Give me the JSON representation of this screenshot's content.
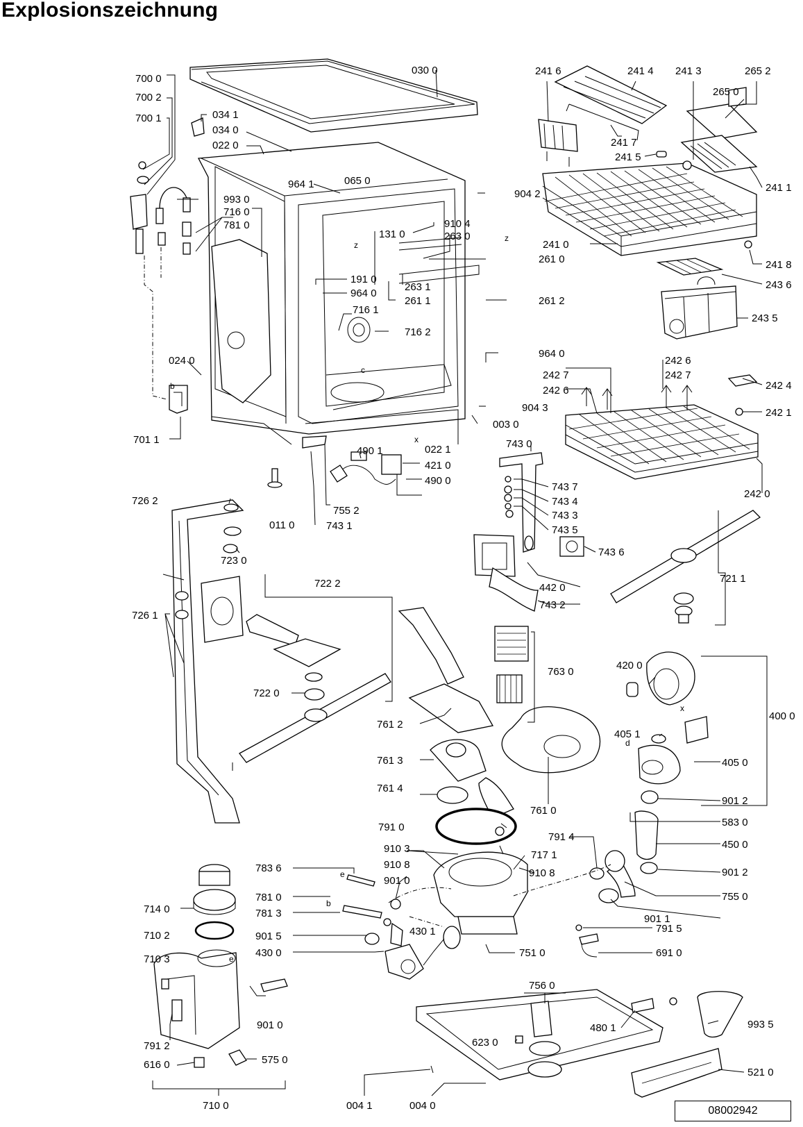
{
  "page": {
    "title": "Explosionszeichnung",
    "document_number": "08002942"
  },
  "labels": {
    "l7000": "700 0",
    "l7002": "700 2",
    "l7001": "700 1",
    "l0341": "034 1",
    "l0340": "034 0",
    "l0220": "022 0",
    "l0300": "030 0",
    "l9641": "964 1",
    "l0650": "065 0",
    "l9930": "993 0",
    "l7160": "716 0",
    "l7810": "781 0",
    "l9042": "904 2",
    "l9104": "910 4",
    "l1310": "131 0",
    "l2630": "263 0",
    "l2610": "261 0",
    "l1910": "191 0",
    "l9640a": "964 0",
    "l2631": "263 1",
    "l2611": "261 1",
    "l2612": "261 2",
    "l7161": "716 1",
    "l7162": "716 2",
    "l9640b": "964 0",
    "l0240": "024 0",
    "l9043": "904 3",
    "l0030": "003 0",
    "l7011": "701 1",
    "l4901": "490 1",
    "l0221": "022 1",
    "l4210": "421 0",
    "l4900": "490 0",
    "l0110": "011 0",
    "l7552": "755 2",
    "l7431": "743 1",
    "l2416": "241 6",
    "l2414": "241 4",
    "l2413": "241 3",
    "l2652": "265 2",
    "l2650": "265 0",
    "l2417": "241 7",
    "l2415": "241 5",
    "l2411": "241 1",
    "l2410": "241 0",
    "l2418": "241 8",
    "l2436": "243 6",
    "l2435": "243 5",
    "l2426": "242 6",
    "l2427a": "242 7",
    "l2424": "242 4",
    "l2427b": "242 7",
    "l2426b": "242 6",
    "l2421": "242 1",
    "l2420": "242 0",
    "l7430": "743 0",
    "l7437": "743 7",
    "l7434": "743 4",
    "l7433": "743 3",
    "l7435": "743 5",
    "l7436": "743 6",
    "l4420": "442 0",
    "l7432": "743 2",
    "l7211": "721 1",
    "l7262": "726 2",
    "l7230": "723 0",
    "l7222": "722 2",
    "l7261": "726 1",
    "l7220": "722 0",
    "l7630": "763 0",
    "l7612": "761 2",
    "l7613": "761 3",
    "l7614": "761 4",
    "l7610": "761 0",
    "l4200": "420 0",
    "l4000": "400 0",
    "l4051": "405 1",
    "l4050": "405 0",
    "l9012a": "901 2",
    "l5830": "583 0",
    "l4500": "450 0",
    "l9012b": "901 2",
    "l7550": "755 0",
    "l9011": "901 1",
    "l7914": "791 4",
    "l7910": "791 0",
    "l9103": "910 3",
    "l9108a": "910 8",
    "l9108b": "910 8",
    "l9010a": "901 0",
    "l7171": "717 1",
    "l7836": "783 6",
    "l7140": "714 0",
    "l7810b": "781 0",
    "l7813": "781 3",
    "l7102": "710 2",
    "l9015": "901 5",
    "l4301": "430 1",
    "l7915": "791 5",
    "l7510": "751 0",
    "l4300": "430 0",
    "l6910": "691 0",
    "l7103": "710 3",
    "l7560": "756 0",
    "l9935": "993 5",
    "l4801": "480 1",
    "l6230": "623 0",
    "l9010b": "901 0",
    "l7912": "791 2",
    "l6160": "616 0",
    "l5750": "575 0",
    "l5210": "521 0",
    "l7100": "710 0",
    "l0041": "004 1",
    "l0040": "004 0",
    "m_b1": "b",
    "m_b2": "b",
    "m_c": "c",
    "m_d": "d",
    "m_e1": "e",
    "m_e2": "e",
    "m_x1": "x",
    "m_x2": "x",
    "m_z1": "z",
    "m_z2": "z"
  }
}
